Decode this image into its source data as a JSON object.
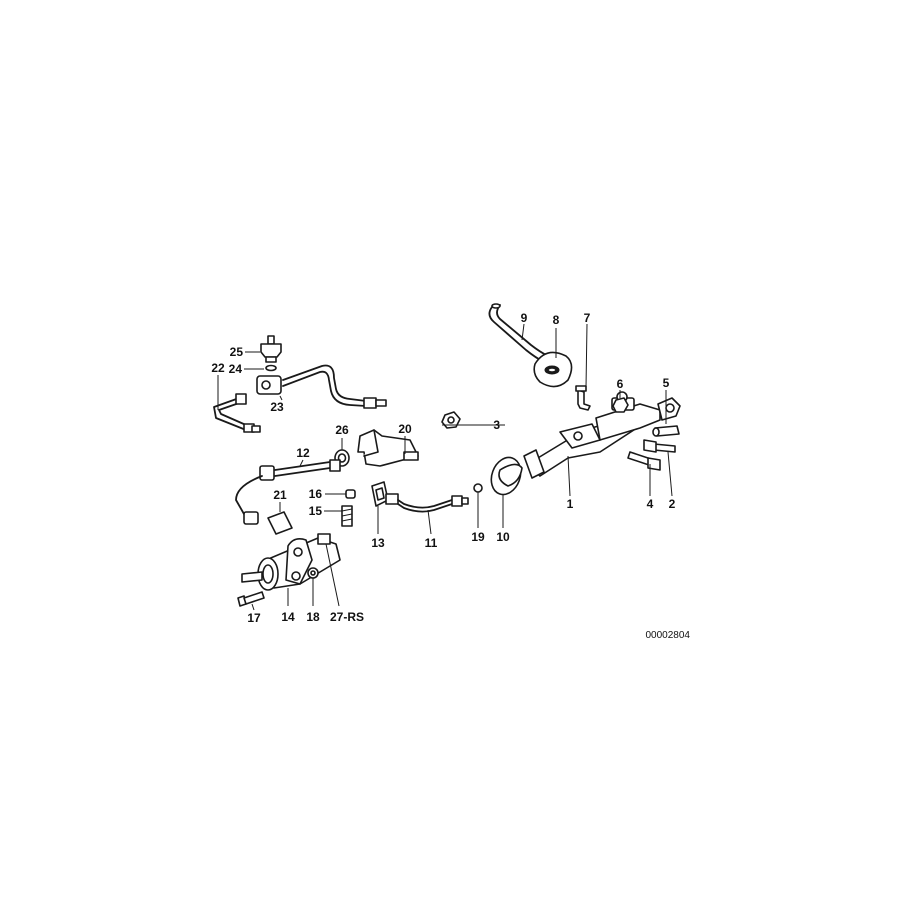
{
  "labels": {
    "p1": "1",
    "p2": "2",
    "p3": "3",
    "p4": "4",
    "p5": "5",
    "p6": "6",
    "p7": "7",
    "p8": "8",
    "p9": "9",
    "p10": "10",
    "p11": "11",
    "p12": "12",
    "p13": "13",
    "p14": "14",
    "p15": "15",
    "p16": "16",
    "p17": "17",
    "p18": "18",
    "p19": "19",
    "p20": "20",
    "p21": "21",
    "p22": "22",
    "p23": "23",
    "p24": "24",
    "p25": "25",
    "p26": "26",
    "p27": "27-RS"
  },
  "reference": "00002804",
  "colors": {
    "line": "#1a1a1a",
    "background": "#ffffff"
  }
}
